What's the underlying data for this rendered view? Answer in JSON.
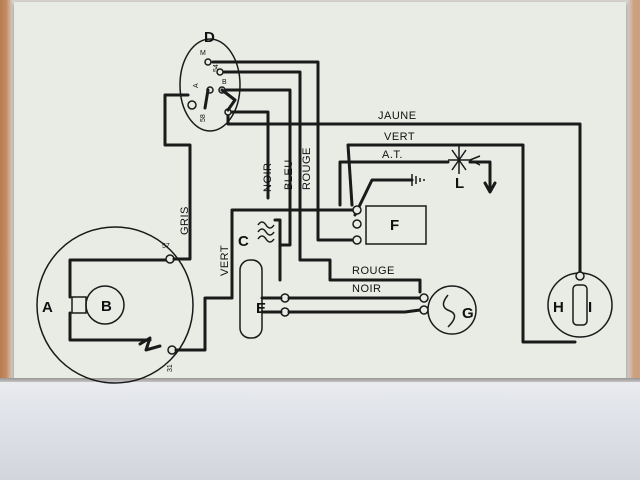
{
  "components": {
    "A": "A",
    "B": "B",
    "C": "C",
    "D": "D",
    "E": "E",
    "F": "F",
    "G": "G",
    "H": "H",
    "I": "I",
    "L": "L"
  },
  "wire_labels": {
    "jaune": "JAUNE",
    "vert_top": "VERT",
    "at": "A.T.",
    "noir_vertical": "NOIR",
    "bleu": "BLEU",
    "rouge_vertical": "ROUGE",
    "gris": "GRIS",
    "vert_left": "VERT",
    "rouge_bottom": "ROUGE",
    "noir_bottom": "NOIR"
  },
  "terminal_labels": {
    "t57": "57",
    "t31": "31",
    "d_m": "M",
    "d_a": "A",
    "d_b": "B",
    "d_58": "58",
    "d_54": "54"
  }
}
